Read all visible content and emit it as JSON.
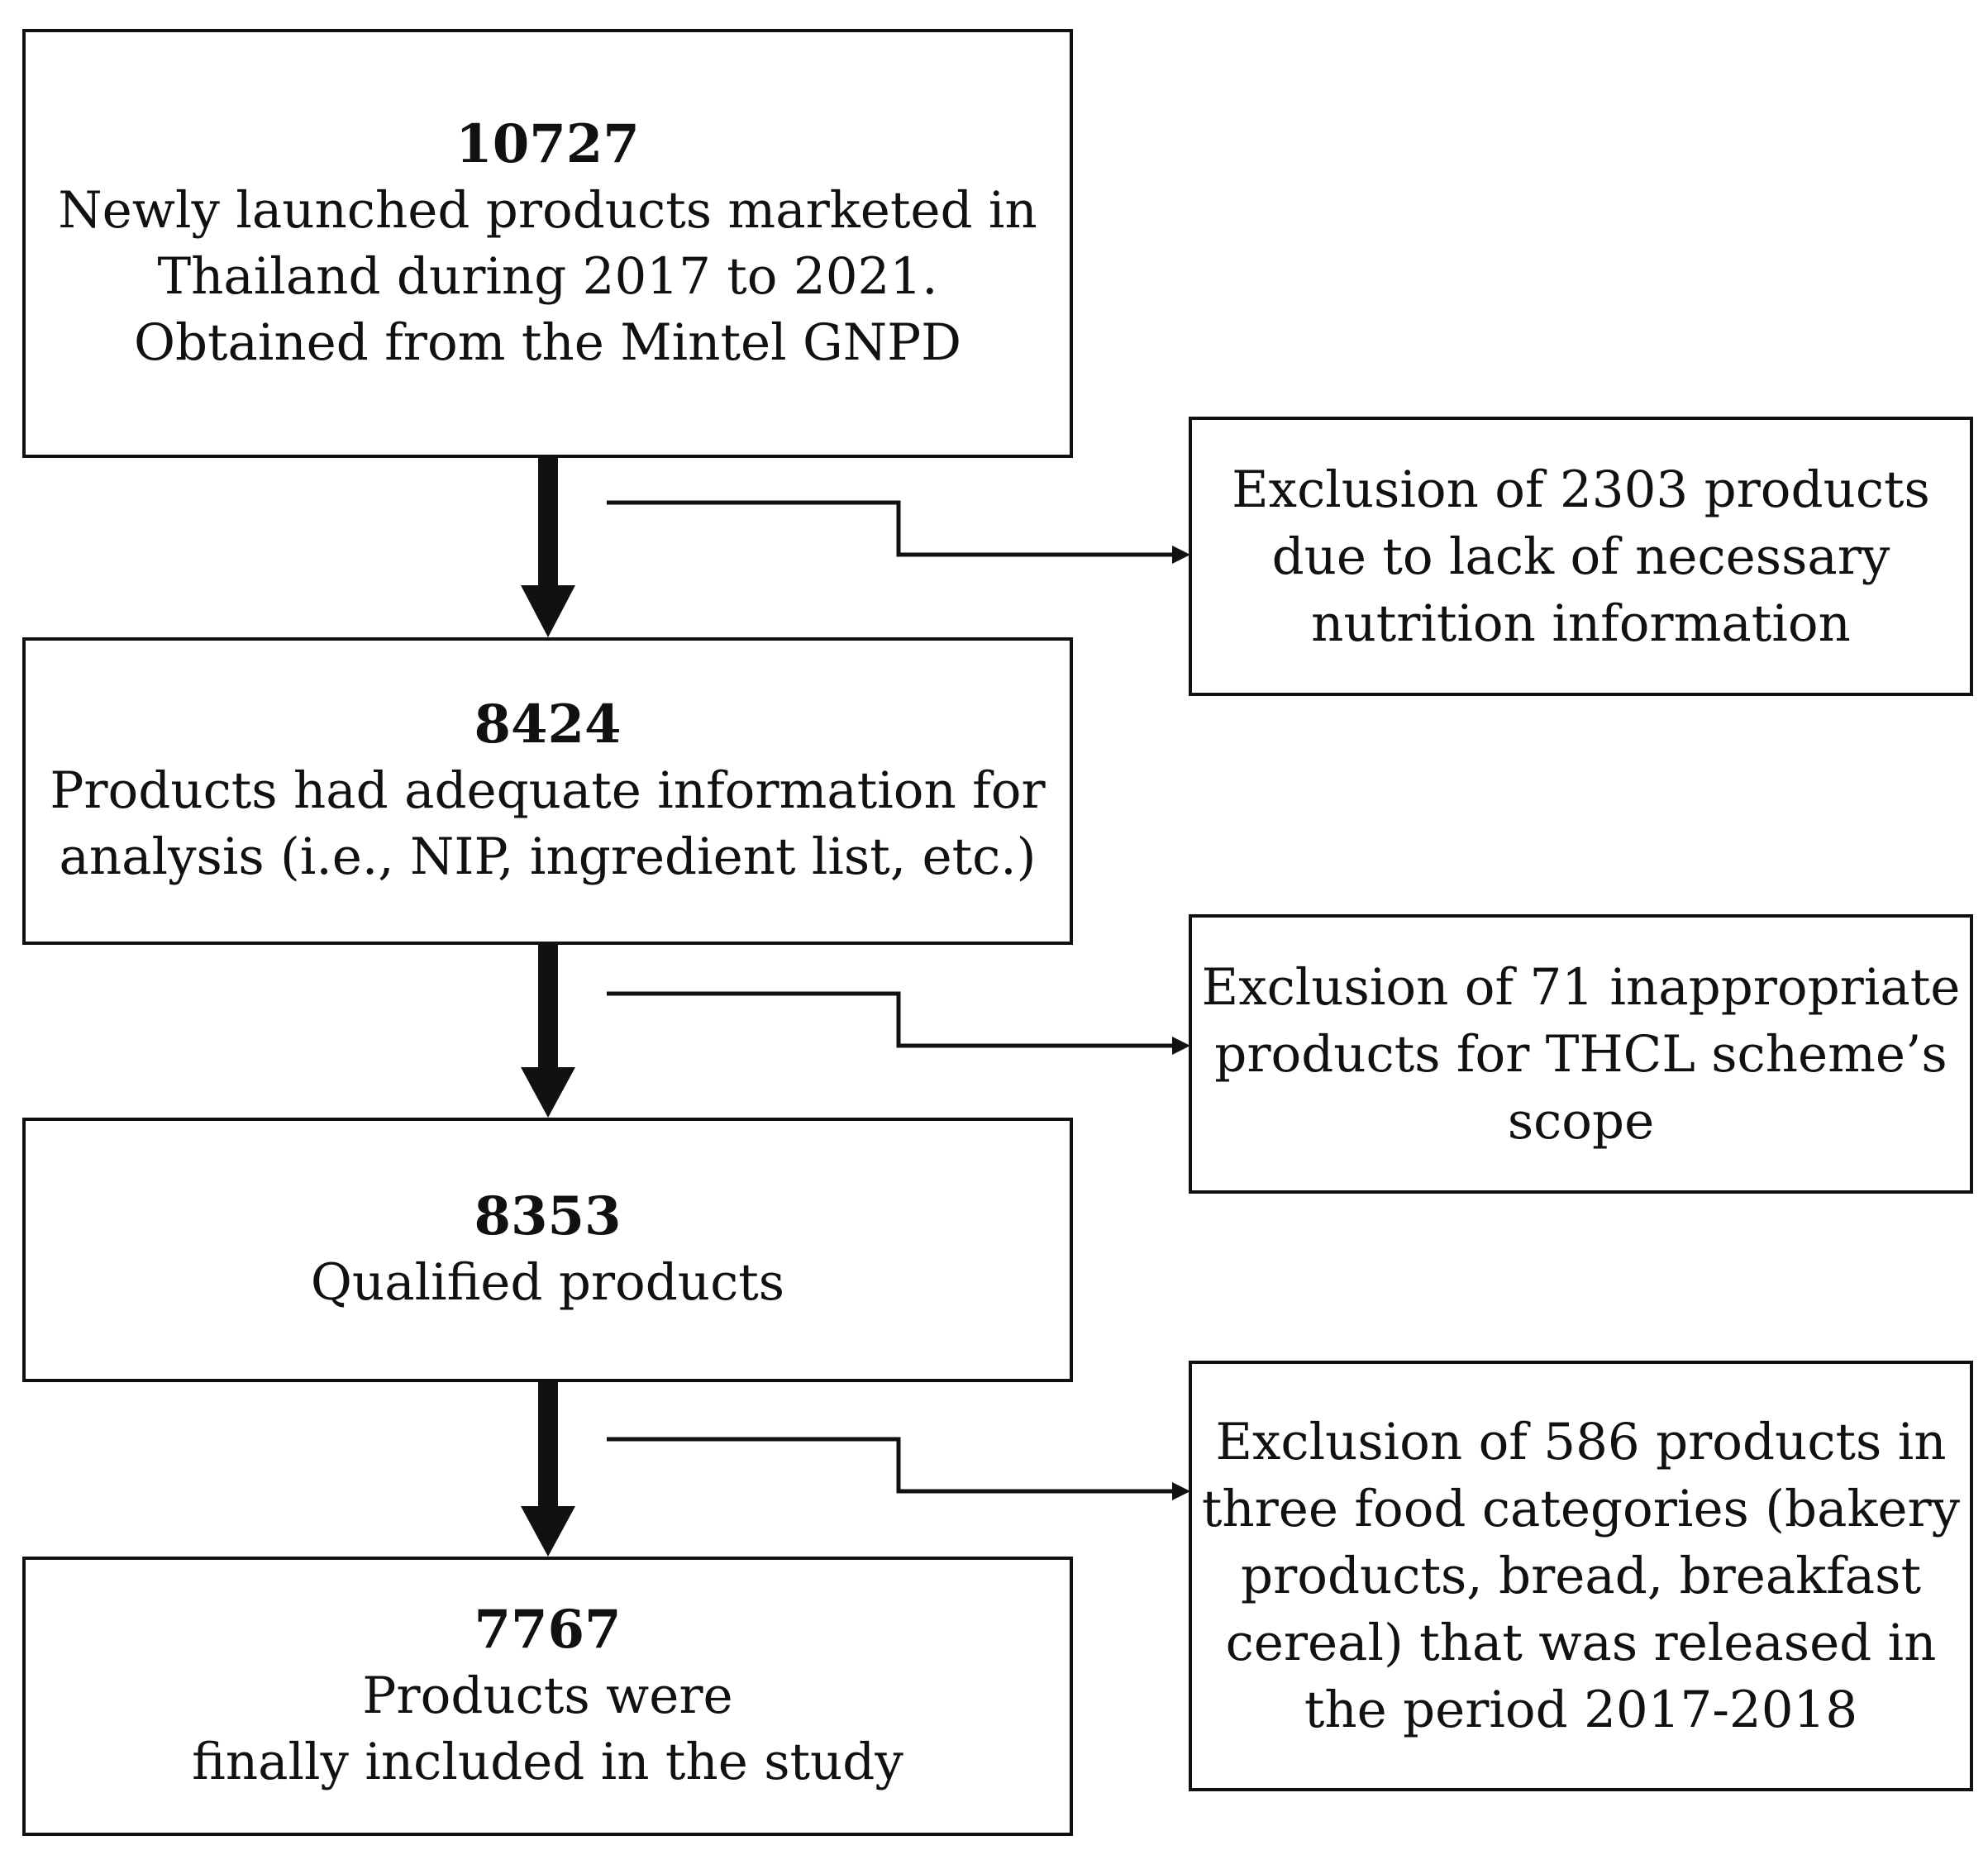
{
  "main_flow": [
    {
      "count": "10727",
      "lines": [
        "Newly launched products marketed in",
        "Thailand during 2017 to 2021.",
        "Obtained from the Mintel GNPD"
      ]
    },
    {
      "count": "8424",
      "lines": [
        "Products had adequate information for",
        "analysis (i.e., NIP, ingredient list, etc.)"
      ]
    },
    {
      "count": "8353",
      "lines": [
        "Qualified products"
      ]
    },
    {
      "count": "7767",
      "lines": [
        "Products were",
        "finally included in the study"
      ]
    }
  ],
  "exclusions": [
    {
      "lines": [
        "Exclusion of 2303 products",
        "due to lack of necessary",
        "nutrition information"
      ]
    },
    {
      "lines": [
        "Exclusion of 71 inappropriate",
        "products for THCL scheme’s",
        "scope"
      ]
    },
    {
      "lines": [
        "Exclusion of 586 products in",
        "three food categories (bakery",
        "products, bread, breakfast",
        "cereal) that was released in",
        "the period 2017-2018"
      ]
    }
  ]
}
